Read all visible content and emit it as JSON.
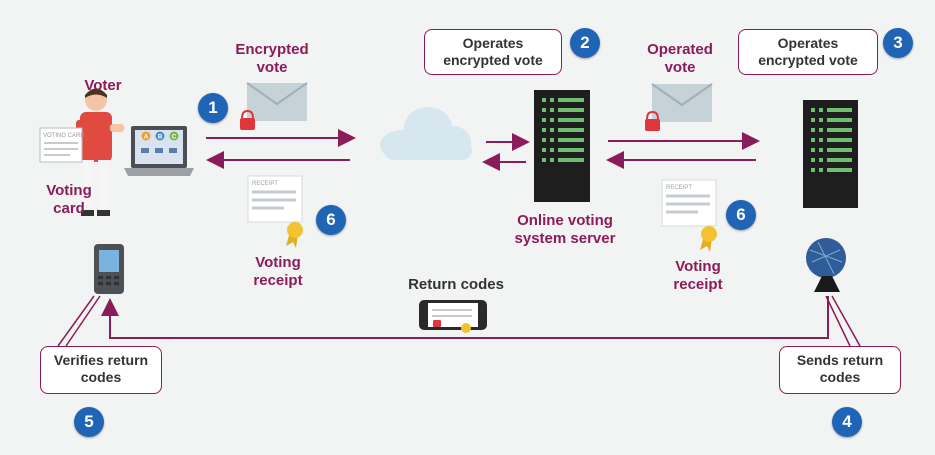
{
  "labels": {
    "voter": "Voter",
    "voting_card": [
      "Voting",
      "card"
    ],
    "encrypted_vote": [
      "Encrypted",
      "vote"
    ],
    "operated_vote": [
      "Operated",
      "vote"
    ],
    "server": [
      "Online voting",
      "system server"
    ],
    "voting_receipt": [
      "Voting",
      "receipt"
    ],
    "return_codes": "Return codes",
    "card_text": "VOTING CARD",
    "receipt_text": "RECEIPT"
  },
  "callouts": {
    "operates_1": [
      "Operates",
      "encrypted vote"
    ],
    "operates_2": [
      "Operates",
      "encrypted vote"
    ],
    "verifies": [
      "Verifies return",
      "codes"
    ],
    "sends": [
      "Sends return",
      "codes"
    ]
  },
  "laptop_keys": [
    "A",
    "B",
    "C"
  ],
  "steps": {
    "s1": "1",
    "s2": "2",
    "s3": "3",
    "s4": "4",
    "s5": "5",
    "s6a": "6",
    "s6b": "6"
  },
  "colors": {
    "accent": "#8a1c5a",
    "badge": "#1f64b5",
    "server_body": "#1e1e1e",
    "server_led": "#6fbf73",
    "cloud": "#d7e7ef",
    "background": "#f2f3f3"
  }
}
